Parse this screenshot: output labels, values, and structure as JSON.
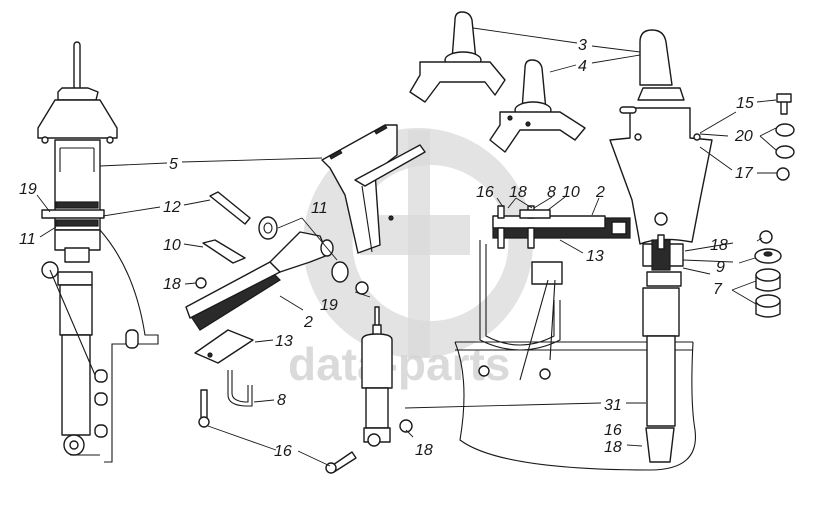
{
  "diagram": {
    "type": "exploded-parts-view",
    "subject": "cab suspension assembly",
    "watermark": {
      "text": "data-parts",
      "logo": "dp-circle-logo"
    },
    "callouts": [
      {
        "id": "c3",
        "label": "3",
        "part": "mounting-bracket-with-eye"
      },
      {
        "id": "c4",
        "label": "4",
        "part": "mounting-bracket-with-eye"
      },
      {
        "id": "c5",
        "label": "5",
        "part": "support-bracket"
      },
      {
        "id": "c15",
        "label": "15",
        "part": "bolt"
      },
      {
        "id": "c20",
        "label": "20",
        "part": "washer"
      },
      {
        "id": "c17",
        "label": "17",
        "part": "nut"
      },
      {
        "id": "c19a",
        "label": "19",
        "part": "nut"
      },
      {
        "id": "c12",
        "label": "12",
        "part": "bolt"
      },
      {
        "id": "c11a",
        "label": "11",
        "part": "bushing"
      },
      {
        "id": "c11b",
        "label": "11",
        "part": "bushing"
      },
      {
        "id": "c10a",
        "label": "10",
        "part": "plate"
      },
      {
        "id": "c18a",
        "label": "18",
        "part": "nut"
      },
      {
        "id": "c19b",
        "label": "19",
        "part": "nut"
      },
      {
        "id": "c2a",
        "label": "2",
        "part": "spring-lever"
      },
      {
        "id": "c13a",
        "label": "13",
        "part": "gasket-plate"
      },
      {
        "id": "c8a",
        "label": "8",
        "part": "u-bolt"
      },
      {
        "id": "c16a",
        "label": "16",
        "part": "bolt"
      },
      {
        "id": "c16b",
        "label": "16",
        "part": "bolt"
      },
      {
        "id": "c18b",
        "label": "18",
        "part": "nut"
      },
      {
        "id": "c8b",
        "label": "8",
        "part": "u-bolt"
      },
      {
        "id": "c10b",
        "label": "10",
        "part": "plate"
      },
      {
        "id": "c2b",
        "label": "2",
        "part": "spring-lever"
      },
      {
        "id": "c13b",
        "label": "13",
        "part": "gasket-plate"
      },
      {
        "id": "c18c",
        "label": "18",
        "part": "nut"
      },
      {
        "id": "c9",
        "label": "9",
        "part": "washer"
      },
      {
        "id": "c7",
        "label": "7",
        "part": "rubber-cushion"
      },
      {
        "id": "c31",
        "label": "31",
        "part": "shock-absorber"
      },
      {
        "id": "c16c",
        "label": "16",
        "part": "bolt"
      },
      {
        "id": "c18d",
        "label": "18",
        "part": "nut"
      }
    ]
  }
}
